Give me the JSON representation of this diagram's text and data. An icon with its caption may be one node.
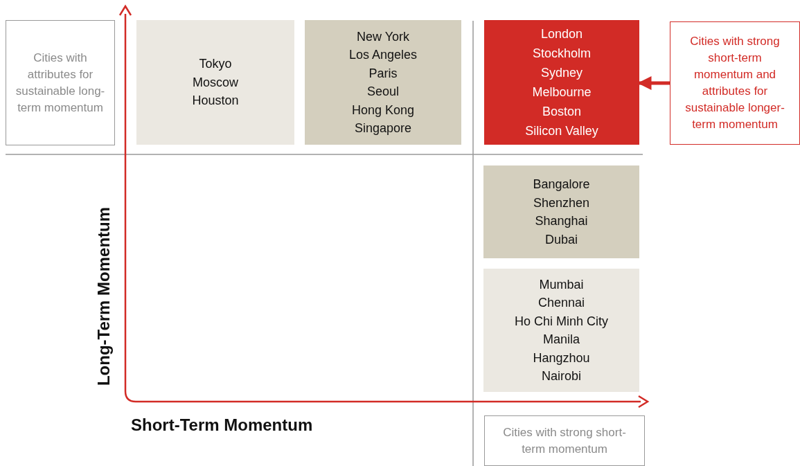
{
  "diagram": {
    "nodes": [
      {
        "text": [
          "Cities with attributes for sustainable long-term momentum"
        ]
      },
      {
        "text": [
          "Tokyo",
          "Moscow",
          "Houston"
        ]
      },
      {
        "text": [
          "New York",
          "Los Angeles",
          "Paris",
          "Seoul",
          "Hong Kong",
          "Singapore"
        ]
      },
      {
        "text": [
          "London",
          "Stockholm",
          "Sydney",
          "Melbourne",
          "Boston",
          "Silicon Valley"
        ]
      },
      {
        "text": [
          "Cities with strong short-term momentum and attributes for sustainable longer-term momentum"
        ]
      },
      {
        "text": [
          "Bangalore",
          "Shenzhen",
          "Shanghai",
          "Dubai"
        ]
      },
      {
        "text": [
          "Mumbai",
          "Chennai",
          "Ho Chi Minh City",
          "Manila",
          "Hangzhou",
          "Nairobi"
        ]
      },
      {
        "text": [
          "Cities with strong short-term momentum"
        ]
      }
    ],
    "edges": [
      {
        "from": 4,
        "to": 3,
        "arrow": "to"
      }
    ],
    "labels": [
      "Long-Term Momentum",
      "Short-Term Momentum"
    ]
  }
}
